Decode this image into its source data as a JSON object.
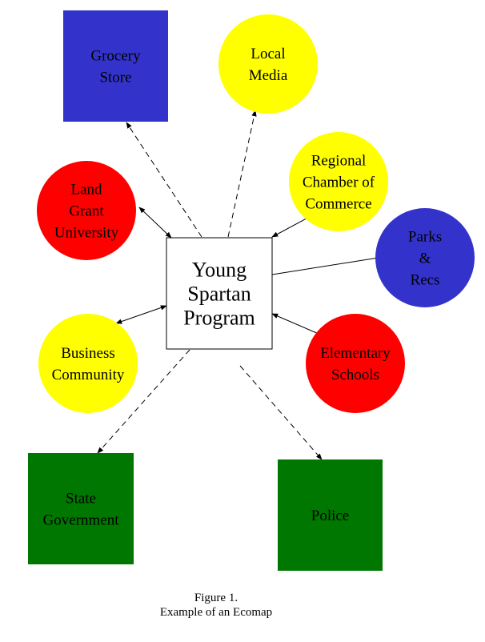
{
  "nodes": {
    "grocery": {
      "lines": [
        "Grocery",
        "Store"
      ],
      "shape": "rect",
      "fill": "#3333cc"
    },
    "media": {
      "lines": [
        "Local",
        "Media"
      ],
      "shape": "circle",
      "fill": "#ffff00"
    },
    "chamber": {
      "lines": [
        "Regional",
        "Chamber of",
        "Commerce"
      ],
      "shape": "circle",
      "fill": "#ffff00"
    },
    "parks": {
      "lines": [
        "Parks",
        "&",
        "Recs"
      ],
      "shape": "circle",
      "fill": "#3333cc"
    },
    "elementary": {
      "lines": [
        "Elementary",
        "Schools"
      ],
      "shape": "circle",
      "fill": "#ff0000"
    },
    "police": {
      "lines": [
        "Police"
      ],
      "shape": "rect",
      "fill": "#007700"
    },
    "state": {
      "lines": [
        "State",
        "Government"
      ],
      "shape": "rect",
      "fill": "#007700"
    },
    "business": {
      "lines": [
        "Business",
        "Community"
      ],
      "shape": "circle",
      "fill": "#ffff00"
    },
    "landgrant": {
      "lines": [
        "Land",
        "Grant",
        "University"
      ],
      "shape": "circle",
      "fill": "#ff0000"
    },
    "center": {
      "lines": [
        "Young",
        "Spartan",
        "Program"
      ],
      "shape": "rect",
      "fill": "#ffffff"
    }
  },
  "edges": [
    {
      "to": "grocery",
      "style": "dashed",
      "direction": "outgoing"
    },
    {
      "to": "media",
      "style": "dashed",
      "direction": "outgoing"
    },
    {
      "to": "chamber",
      "style": "solid",
      "direction": "both"
    },
    {
      "to": "parks",
      "style": "solid",
      "direction": "incoming"
    },
    {
      "to": "elementary",
      "style": "solid",
      "direction": "both"
    },
    {
      "to": "police",
      "style": "dashed",
      "direction": "incoming"
    },
    {
      "to": "state",
      "style": "dashed",
      "direction": "incoming"
    },
    {
      "to": "business",
      "style": "solid",
      "direction": "both"
    },
    {
      "to": "landgrant",
      "style": "solid",
      "direction": "both"
    }
  ],
  "caption": {
    "line1": "Figure 1.",
    "line2": "Example of an Ecomap"
  }
}
